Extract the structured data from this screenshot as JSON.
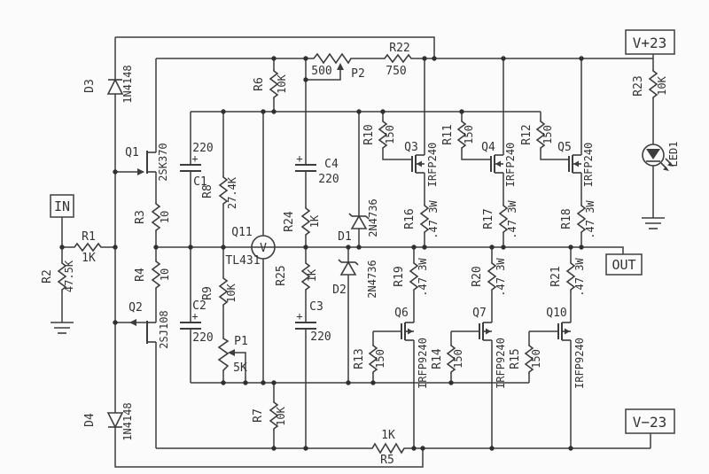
{
  "ports": {
    "in": "IN",
    "out": "OUT",
    "v_plus": "V+23",
    "v_minus": "V−23"
  },
  "colors": {
    "background": "#fbfbfb",
    "line": "#3d3d3d",
    "text": "#333333"
  },
  "components": {
    "r1": {
      "ref": "R1",
      "value": "1K"
    },
    "r2": {
      "ref": "R2",
      "value": "47.5K"
    },
    "r3": {
      "ref": "R3",
      "value": "10"
    },
    "r4": {
      "ref": "R4",
      "value": "10"
    },
    "r5": {
      "ref": "R5",
      "value": "1K"
    },
    "r6": {
      "ref": "R6",
      "value": "10K"
    },
    "r7": {
      "ref": "R7",
      "value": "10K"
    },
    "r8": {
      "ref": "R8",
      "value": "27.4K"
    },
    "r9": {
      "ref": "R9",
      "value": "10K"
    },
    "r10": {
      "ref": "R10",
      "value": "150"
    },
    "r11": {
      "ref": "R11",
      "value": "150"
    },
    "r12": {
      "ref": "R12",
      "value": "150"
    },
    "r13": {
      "ref": "R13",
      "value": "150"
    },
    "r14": {
      "ref": "R14",
      "value": "150"
    },
    "r15": {
      "ref": "R15",
      "value": "150"
    },
    "r16": {
      "ref": "R16",
      "value": ".47 3W"
    },
    "r17": {
      "ref": "R17",
      "value": ".47 3W"
    },
    "r18": {
      "ref": "R18",
      "value": ".47 3W"
    },
    "r19": {
      "ref": "R19",
      "value": ".47 3W"
    },
    "r20": {
      "ref": "R20",
      "value": ".47 3W"
    },
    "r21": {
      "ref": "R21",
      "value": ".47 3W"
    },
    "r22": {
      "ref": "R22",
      "value": "750"
    },
    "r23": {
      "ref": "R23",
      "value": "10K"
    },
    "r24": {
      "ref": "R24",
      "value": "1K"
    },
    "r25": {
      "ref": "R25",
      "value": "1K"
    },
    "p1": {
      "ref": "P1",
      "value": "5K"
    },
    "p2": {
      "ref": "P2",
      "value": "500"
    },
    "c1": {
      "ref": "C1",
      "value": "220",
      "polarity": "+"
    },
    "c2": {
      "ref": "C2",
      "value": "220",
      "polarity": "+"
    },
    "c3": {
      "ref": "C3",
      "value": "220",
      "polarity": "+"
    },
    "c4": {
      "ref": "C4",
      "value": "220",
      "polarity": "+"
    },
    "d1": {
      "ref": "D1",
      "part": "2N4736"
    },
    "d2": {
      "ref": "D2",
      "part": "2N4736"
    },
    "d3": {
      "ref": "D3",
      "part": "1N4148"
    },
    "d4": {
      "ref": "D4",
      "part": "1N4148"
    },
    "q1": {
      "ref": "Q1",
      "part": "2SK370"
    },
    "q2": {
      "ref": "Q2",
      "part": "2SJ108"
    },
    "q3": {
      "ref": "Q3",
      "part": "IRFP240"
    },
    "q4": {
      "ref": "Q4",
      "part": "IRFP240"
    },
    "q5": {
      "ref": "Q5",
      "part": "IRFP240"
    },
    "q6": {
      "ref": "Q6",
      "part": "IRFP9240"
    },
    "q7": {
      "ref": "Q7",
      "part": "IRFP9240"
    },
    "q10": {
      "ref": "Q10",
      "part": "IRFP9240"
    },
    "q11": {
      "ref": "Q11",
      "part": "TL431",
      "symbol_letter": "V"
    },
    "led1": {
      "ref": "LED1"
    }
  }
}
